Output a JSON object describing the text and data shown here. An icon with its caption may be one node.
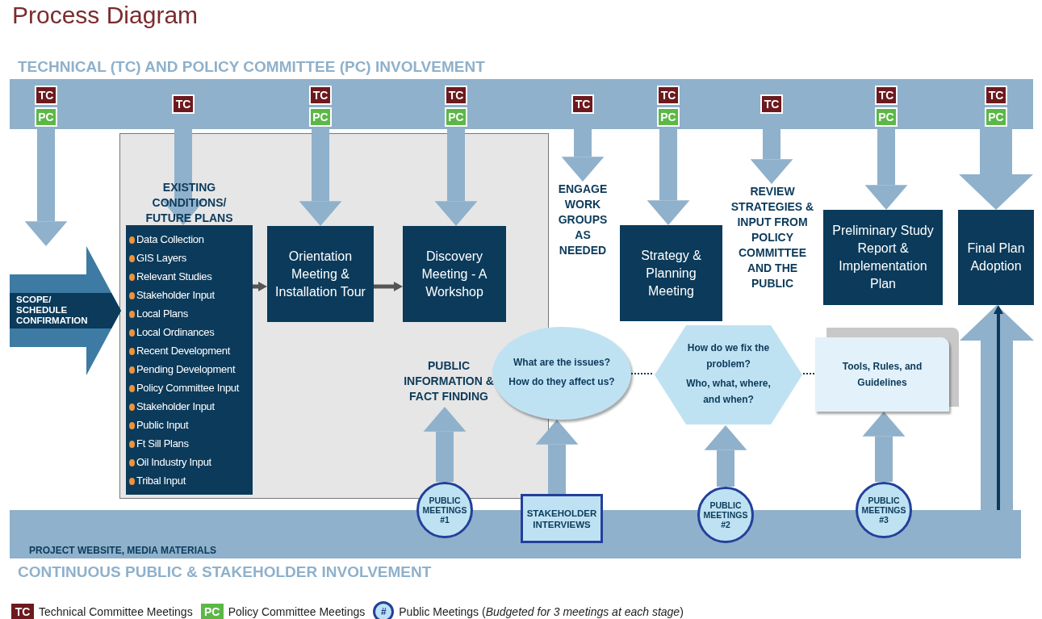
{
  "diagram": {
    "title": "Process Diagram",
    "nodes": [
      {
        "text": [
          "TECHNICAL (TC) AND POLICY COMMITTEE (PC) INVOLVEMENT"
        ]
      },
      {
        "text": [
          "TC"
        ],
        "in": 0
      },
      {
        "text": [
          "PC"
        ],
        "in": 0
      },
      {
        "text": [
          "TC"
        ],
        "in": 0
      },
      {
        "text": [
          "TC"
        ],
        "in": 0
      },
      {
        "text": [
          "PC"
        ],
        "in": 0
      },
      {
        "text": [
          "TC"
        ],
        "in": 0
      },
      {
        "text": [
          "PC"
        ],
        "in": 0
      },
      {
        "text": [
          "TC"
        ],
        "in": 0
      },
      {
        "text": [
          "TC"
        ],
        "in": 0
      },
      {
        "text": [
          "PC"
        ],
        "in": 0
      },
      {
        "text": [
          "TC"
        ],
        "in": 0
      },
      {
        "text": [
          "TC"
        ],
        "in": 0
      },
      {
        "text": [
          "PC"
        ],
        "in": 0
      },
      {
        "text": [
          "TC"
        ],
        "in": 0
      },
      {
        "text": [
          "PC"
        ],
        "in": 0
      },
      {
        "text": [
          "SCOPE/ SCHEDULE CONFIRMATION"
        ]
      },
      {
        "text": [],
        "shape": "box"
      },
      {
        "text": [
          "EXISTING CONDITIONS/ FUTURE PLANS",
          "Data Collection",
          "GIS Layers",
          "Relevant Studies",
          "Stakeholder Input",
          "Local Plans",
          "Local Ordinances",
          "Recent Development",
          "Pending Development",
          "Policy Committee Input",
          "Stakeholder Input",
          "Public Input",
          "Ft Sill Plans",
          "Oil Industry Input",
          "Tribal Input"
        ],
        "in": 17
      },
      {
        "text": [
          "Orientation Meeting & Installation Tour"
        ],
        "in": 17
      },
      {
        "text": [
          "Discovery Meeting - A Workshop"
        ],
        "in": 17
      },
      {
        "text": [
          "PUBLIC INFORMATION & FACT FINDING"
        ],
        "in": 17
      },
      {
        "text": [
          "ENGAGE WORK GROUPS AS NEEDED"
        ]
      },
      {
        "text": [
          "Strategy & Planning Meeting"
        ]
      },
      {
        "text": [
          "REVIEW STRATEGIES & INPUT FROM POLICY COMMITTEE AND THE PUBLIC"
        ]
      },
      {
        "text": [
          "Preliminary Study Report & Implementation Plan"
        ]
      },
      {
        "text": [
          "Final Plan Adoption"
        ]
      },
      {
        "text": [
          "What are the issues?",
          "How do they affect us?"
        ]
      },
      {
        "text": [
          "How do we fix the problem?",
          "Who, what, where, and when?"
        ]
      },
      {
        "text": [
          "Tools, Rules, and Guidelines"
        ]
      },
      {
        "text": [
          "CONTINUOUS PUBLIC & STAKEHOLDER INVOLVEMENT"
        ]
      },
      {
        "text": [
          "PUBLIC MEETINGS #1"
        ]
      },
      {
        "text": [
          "STAKEHOLDER INTERVIEWS"
        ]
      },
      {
        "text": [
          "PUBLIC MEETINGS #2"
        ]
      },
      {
        "text": [
          "PUBLIC MEETINGS #3"
        ]
      }
    ],
    "edges": [
      {
        "from": 0,
        "to": 16,
        "arrow": "to"
      },
      {
        "from": 0,
        "to": 18,
        "arrow": "to"
      },
      {
        "from": 0,
        "to": 19,
        "arrow": "to"
      },
      {
        "from": 0,
        "to": 20,
        "arrow": "to"
      },
      {
        "from": 0,
        "to": 22,
        "arrow": "to"
      },
      {
        "from": 0,
        "to": 23,
        "arrow": "to"
      },
      {
        "from": 0,
        "to": 24,
        "arrow": "to"
      },
      {
        "from": 0,
        "to": 25,
        "arrow": "to"
      },
      {
        "from": 0,
        "to": 26,
        "arrow": "to",
        "style": "thick"
      },
      {
        "from": 18,
        "to": 19,
        "arrow": "to",
        "color": "#555555"
      },
      {
        "from": 19,
        "to": 20,
        "arrow": "to",
        "color": "#555555"
      },
      {
        "from": 27,
        "to": 28,
        "arrow": "none",
        "style": "dashed",
        "color": "#0b3a5a"
      },
      {
        "from": 28,
        "to": 29,
        "arrow": "none",
        "style": "dashed",
        "color": "#0b3a5a"
      },
      {
        "from": 31,
        "to": 21,
        "arrow": "to"
      },
      {
        "from": 32,
        "to": 27,
        "arrow": "to"
      },
      {
        "from": 33,
        "to": 28,
        "arrow": "to"
      },
      {
        "from": 34,
        "to": 29,
        "arrow": "to"
      },
      {
        "from": 30,
        "to": 26,
        "arrow": "to",
        "style": "thick"
      },
      {
        "from": 30,
        "to": 26,
        "arrow": "to",
        "label": "PROJECT WEBSITE, MEDIA MATERIALS",
        "color": "#0b3a5a"
      }
    ],
    "labels": [
      "TC",
      "PC",
      "#"
    ],
    "legend": [
      {
        "text": "Technical Committee Meetings",
        "color": "#6d1a1e"
      },
      {
        "text": "Policy Committee Meetings",
        "color": "#5bb846"
      },
      {
        "text": "Public Meetings (*Budgeted for 3 meetings at each stage*)"
      }
    ]
  }
}
